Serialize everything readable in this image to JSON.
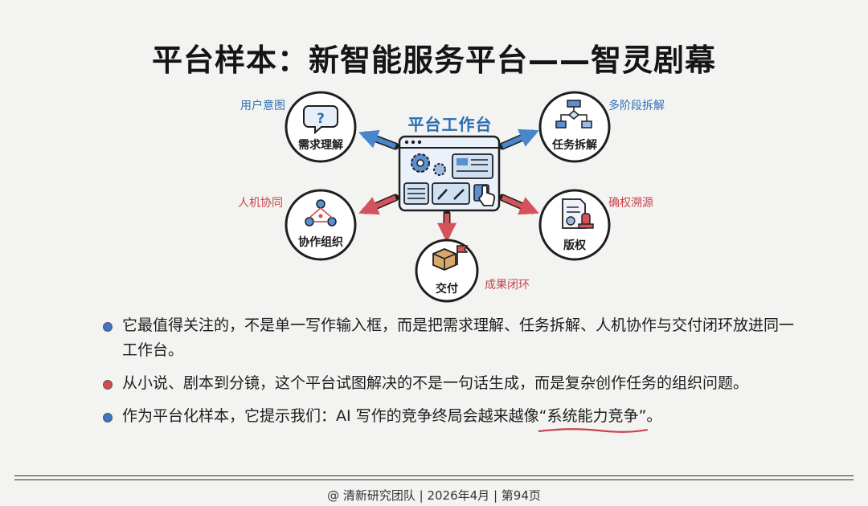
{
  "title": "平台样本：新智能服务平台——智灵剧幕",
  "diagram": {
    "hub_label": "平台工作台",
    "nodes": [
      {
        "name": "需求理解",
        "tag": "用户意图",
        "tag_color": "#2f6fb6",
        "icon": "question-bubble-icon"
      },
      {
        "name": "任务拆解",
        "tag": "多阶段拆解",
        "tag_color": "#2f6fb6",
        "icon": "flowchart-icon"
      },
      {
        "name": "协作组织",
        "tag": "人机协同",
        "tag_color": "#c9434b",
        "icon": "people-network-icon"
      },
      {
        "name": "版权",
        "tag": "确权溯源",
        "tag_color": "#c9434b",
        "icon": "certificate-seal-icon"
      },
      {
        "name": "交付",
        "tag": "成果闭环",
        "tag_color": "#c9434b",
        "icon": "box-flag-icon"
      }
    ]
  },
  "bullets": [
    {
      "text": "它最值得关注的，不是单一写作输入框，而是把需求理解、任务拆解、人机协作与交付闭环放进同一工作台。",
      "color": "#3d74c4"
    },
    {
      "text": "从小说、剧本到分镜，这个平台试图解决的不是一句话生成，而是复杂创作任务的组织问题。",
      "color": "#d24a52"
    },
    {
      "text_before": "作为平台化样本，它提示我们：AI 写作的竞争终局会越来越像",
      "highlight": "“系统能力竞争”",
      "text_after": "。",
      "color": "#3d74c4"
    }
  ],
  "footer": "@ 清新研究团队 | 2026年4月 | 第94页",
  "colors": {
    "blue": "#2f6fb6",
    "red": "#c9434b",
    "background": "#f3f3f1"
  }
}
